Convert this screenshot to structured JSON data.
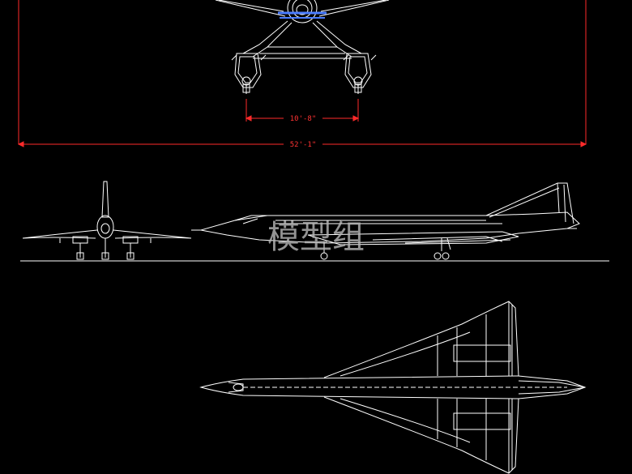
{
  "dimensions": {
    "gear_track": "10'-8\"",
    "wingspan": "52'-1\""
  },
  "watermark": "模型组",
  "colors": {
    "background": "#000000",
    "line": "#ffffff",
    "dimension": "#ff2a2a",
    "accent": "#4a7cff"
  },
  "views": [
    "front-view-detail",
    "front-view",
    "side-view",
    "top-view"
  ]
}
